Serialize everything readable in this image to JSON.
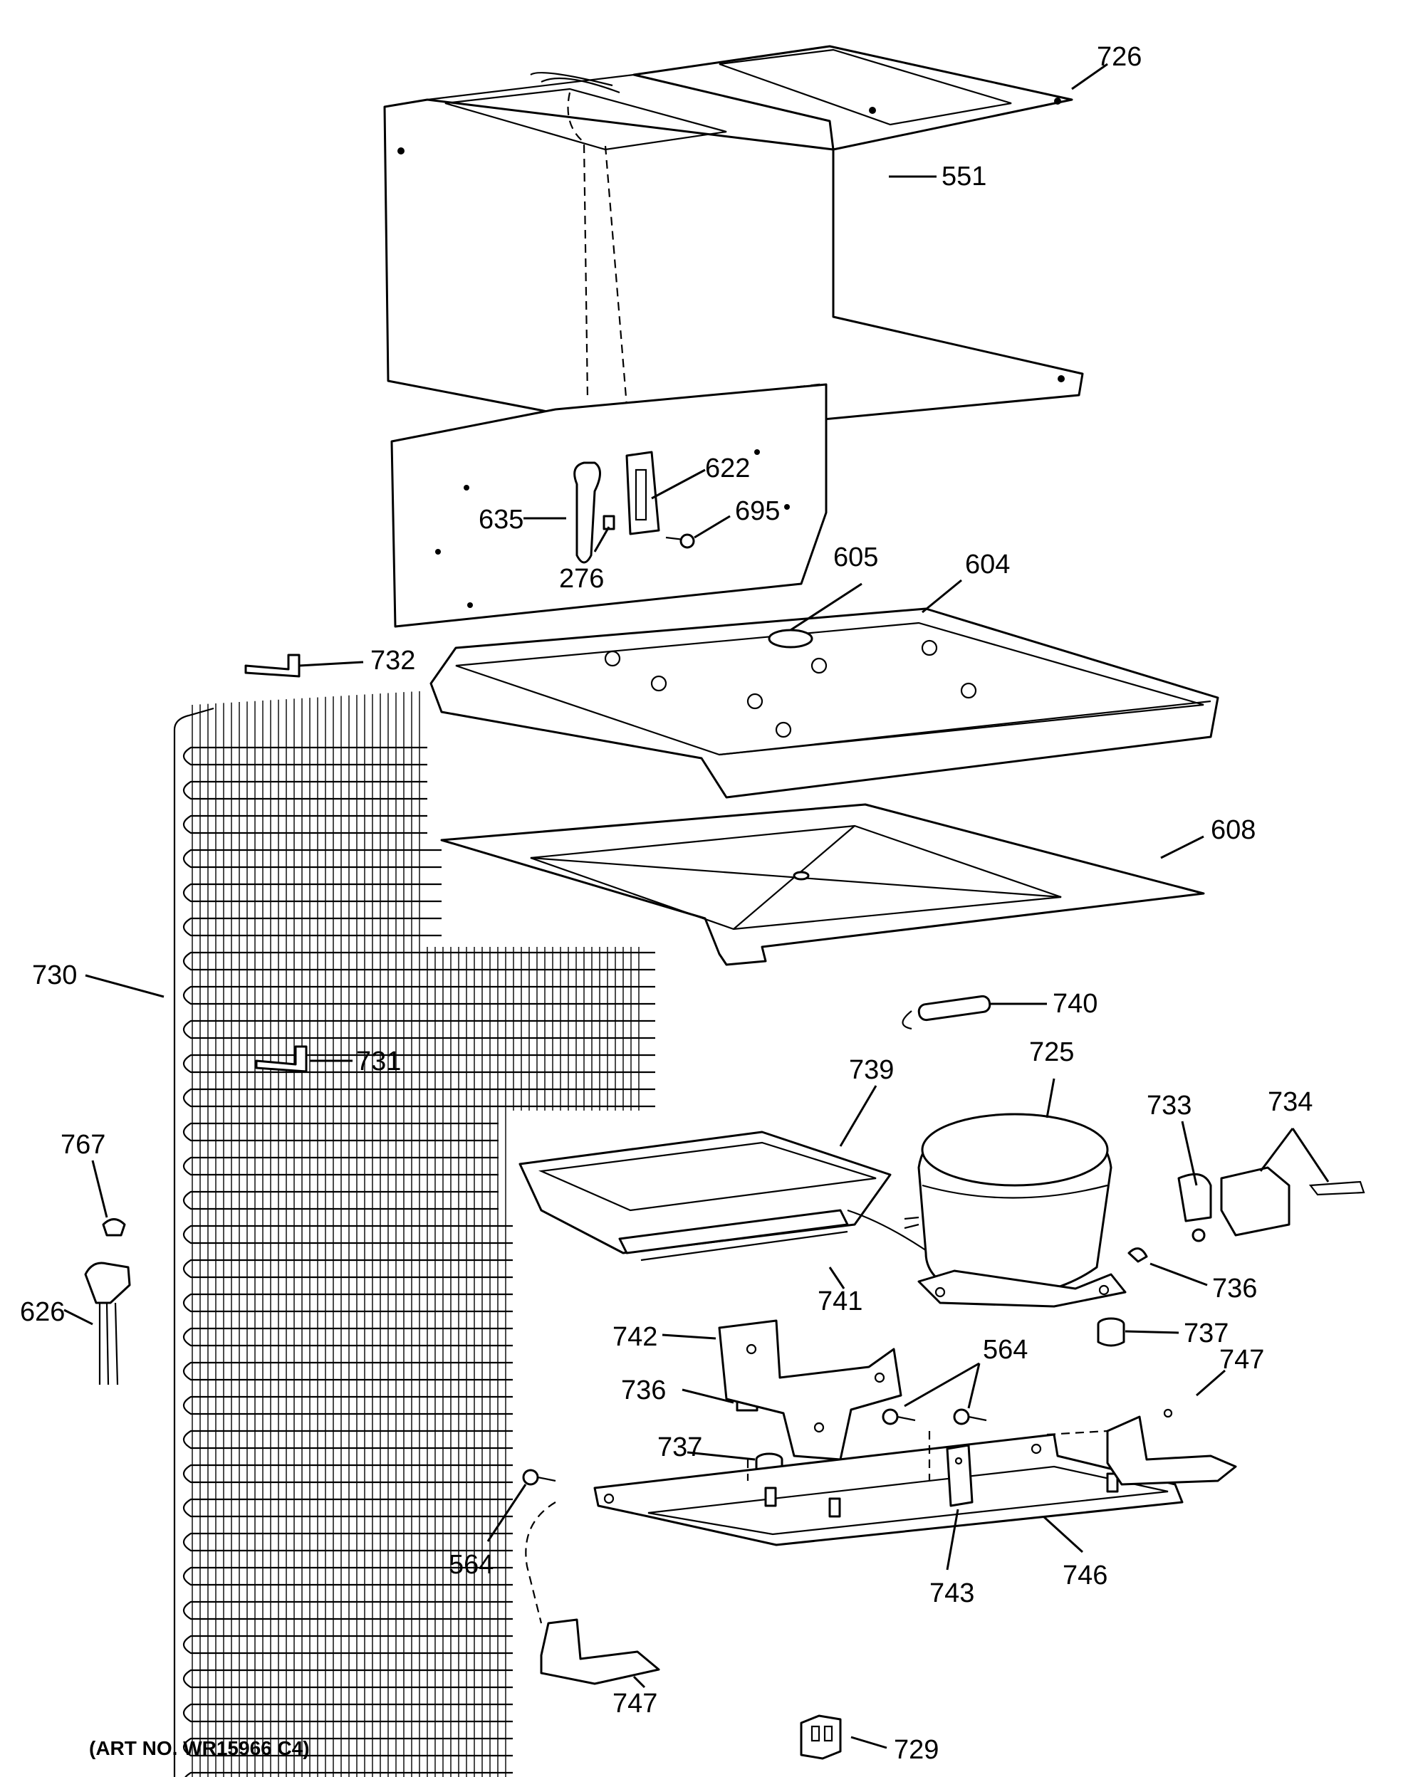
{
  "art_number": "(ART NO. WR15966 C4)",
  "callouts": {
    "c726": "726",
    "c551": "551",
    "c622": "622",
    "c635": "635",
    "c695": "695",
    "c276": "276",
    "c605": "605",
    "c604": "604",
    "c732": "732",
    "c608": "608",
    "c730": "730",
    "c740": "740",
    "c731": "731",
    "c739": "739",
    "c725": "725",
    "c733": "733",
    "c734": "734",
    "c767": "767",
    "c741": "741",
    "c736a": "736",
    "c737a": "737",
    "c742": "742",
    "c564a": "564",
    "c747a": "747",
    "c736b": "736",
    "c737b": "737",
    "c626": "626",
    "c564b": "564",
    "c743": "743",
    "c746": "746",
    "c747b": "747",
    "c729": "729"
  }
}
